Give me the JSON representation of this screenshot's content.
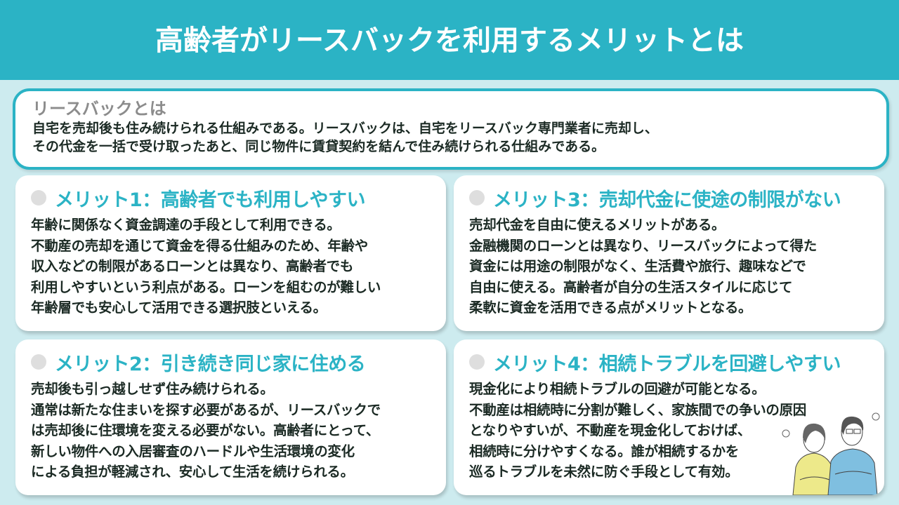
{
  "header": {
    "title": "高齢者がリースバックを利用するメリットとは"
  },
  "intro": {
    "title": "リースバックとは",
    "text": "自宅を売却後も住み続けられる仕組みである。リースバックは、自宅をリースバック専門業者に売却し、\nその代金を一括で受け取ったあと、同じ物件に賃貸契約を結んで住み続けられる仕組みである。"
  },
  "cards": [
    {
      "title": "メリット1：高齢者でも利用しやすい",
      "body": "年齢に関係なく資金調達の手段として利用できる。\n不動産の売却を通じて資金を得る仕組みのため、年齢や\n収入などの制限があるローンとは異なり、高齢者でも\n利用しやすいという利点がある。ローンを組むのが難しい\n年齢層でも安心して活用できる選択肢といえる。"
    },
    {
      "title": "メリット2：引き続き同じ家に住める",
      "body": "売却後も引っ越しせず住み続けられる。\n通常は新たな住まいを探す必要があるが、リースバックで\nは売却後に住環境を変える必要がない。高齢者にとって、\n新しい物件への入居審査のハードルや生活環境の変化\nによる負担が軽減され、安心して生活を続けられる。"
    },
    {
      "title": "メリット3：売却代金に使途の制限がない",
      "body": "売却代金を自由に使えるメリットがある。\n金融機関のローンとは異なり、リースバックによって得た\n資金には用途の制限がなく、生活費や旅行、趣味などで\n自由に使える。高齢者が自分の生活スタイルに応じて\n柔軟に資金を活用できる点がメリットとなる。"
    },
    {
      "title": "メリット4：相続トラブルを回避しやすい",
      "body": "現金化により相続トラブルの回避が可能となる。\n不動産は相続時に分割が難しく、家族間での争いの原因\nとなりやすいが、不動産を現金化しておけば、\n相続時に分けやすくなる。誰が相続するかを\n巡るトラブルを未然に防ぐ手段として有効。"
    }
  ],
  "colors": {
    "accent": "#2bb3c5",
    "background": "#cdebef",
    "card": "#ffffff",
    "text": "#1b2a24",
    "subtitle_gray": "#8c8c8c",
    "bullet_gray": "#dedede"
  },
  "illustration": {
    "icon": "arguing-couple-icon"
  }
}
